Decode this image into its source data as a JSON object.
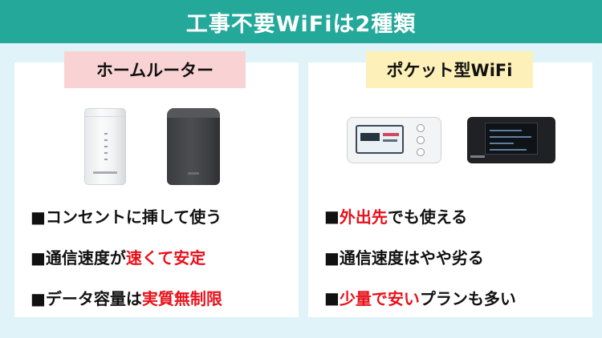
{
  "banner": {
    "title": "工事不要WiFiは2種類"
  },
  "left_panel": {
    "label": "ホームルーター",
    "points": [
      {
        "text": "■コンセントに挿して使う"
      },
      {
        "prefix": "■通信速度が",
        "highlight": "速くて安定"
      },
      {
        "prefix": "■データ容量は",
        "highlight": "実質無制限"
      }
    ]
  },
  "right_panel": {
    "label": "ポケット型WiFi",
    "points": [
      {
        "prefix": "■",
        "highlight": "外出先",
        "suffix": "でも使える"
      },
      {
        "text": "■通信速度はやや劣る"
      },
      {
        "prefix": "■",
        "highlight": "少量で安い",
        "suffix": "プランも多い"
      }
    ]
  },
  "colors": {
    "banner": "#23a89a",
    "background": "#dff3f8",
    "highlight": "#e8101a",
    "label_pink": "#f9d3d3",
    "label_yellow": "#fdf1b9"
  },
  "icons": [
    "white-home-router-image",
    "black-home-router-image",
    "white-pocket-wifi-image",
    "black-pocket-wifi-image"
  ]
}
